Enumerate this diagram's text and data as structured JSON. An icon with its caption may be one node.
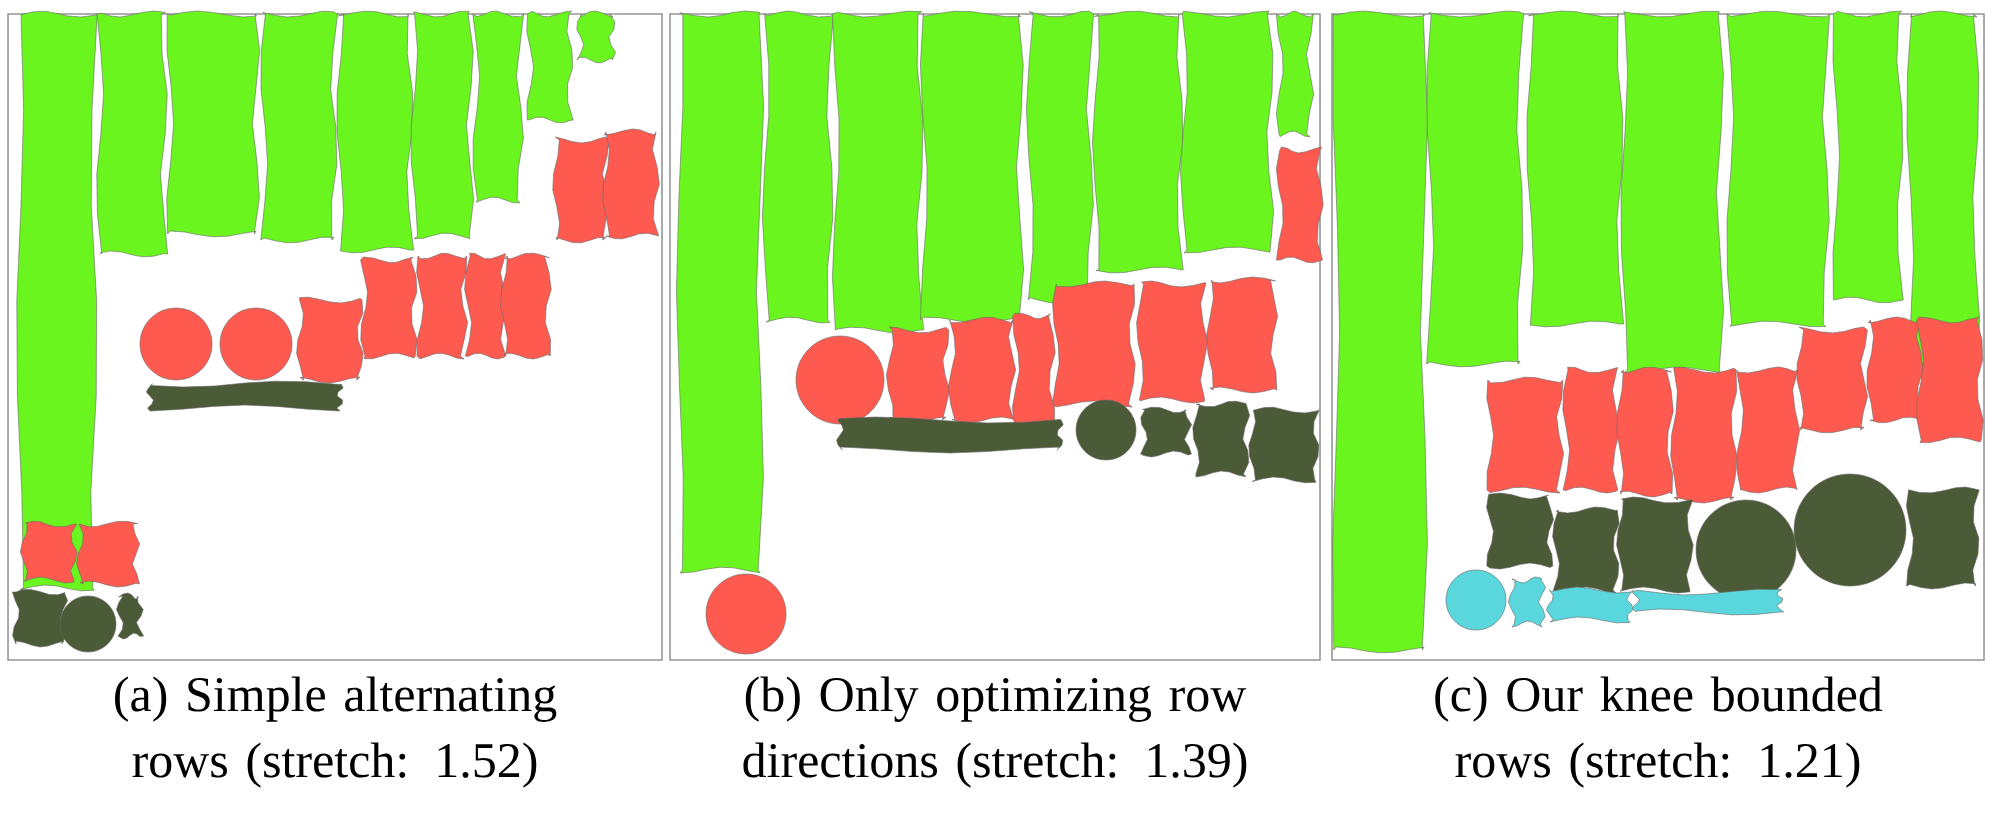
{
  "diagram": {
    "labels": [
      "(a) Simple alternating rows (stretch: 1.52)",
      "(b) Only optimizing row directions (stretch: 1.39)",
      "(c) Our knee bounded rows (stretch: 1.21)"
    ]
  }
}
